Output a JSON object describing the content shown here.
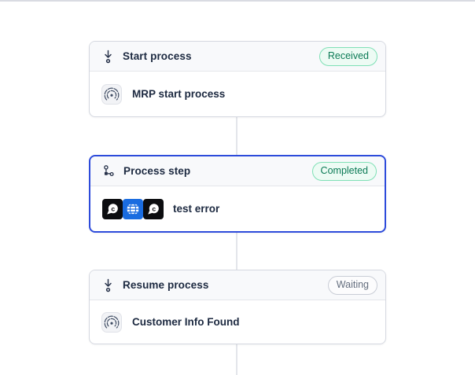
{
  "flow": {
    "nodes": [
      {
        "title": "Start process",
        "header_icon": "arrow-down-to-dot",
        "status": {
          "label": "Received",
          "variant": "success"
        },
        "item": {
          "icon": "broadcast",
          "label": "MRP start process"
        }
      },
      {
        "title": "Process step",
        "header_icon": "workflow-branch",
        "selected": true,
        "status": {
          "label": "Completed",
          "variant": "success"
        },
        "item": {
          "icons": [
            "cognigy-app",
            "globe-app",
            "cognigy-app"
          ],
          "label": "test error"
        }
      },
      {
        "title": "Resume process",
        "header_icon": "arrow-down-to-dot",
        "status": {
          "label": "Waiting",
          "variant": "neutral"
        },
        "item": {
          "icon": "broadcast",
          "label": "Customer Info Found"
        }
      }
    ],
    "colors": {
      "selected_node_border": "#2d4bdb",
      "status_success_text": "#0b7a55",
      "status_success_border": "#7fe0b6",
      "status_success_bg": "#edfbf4",
      "status_neutral_text": "#646e7e",
      "status_neutral_border": "#c9cdd6",
      "connector_line": "#e3e5ea",
      "card_border": "#d5d8e0",
      "header_bg": "#f8f9fb",
      "title_text": "#1c2940",
      "app_tile_dark": "#0c0d10",
      "app_tile_blue": "#1a6ce0"
    }
  }
}
